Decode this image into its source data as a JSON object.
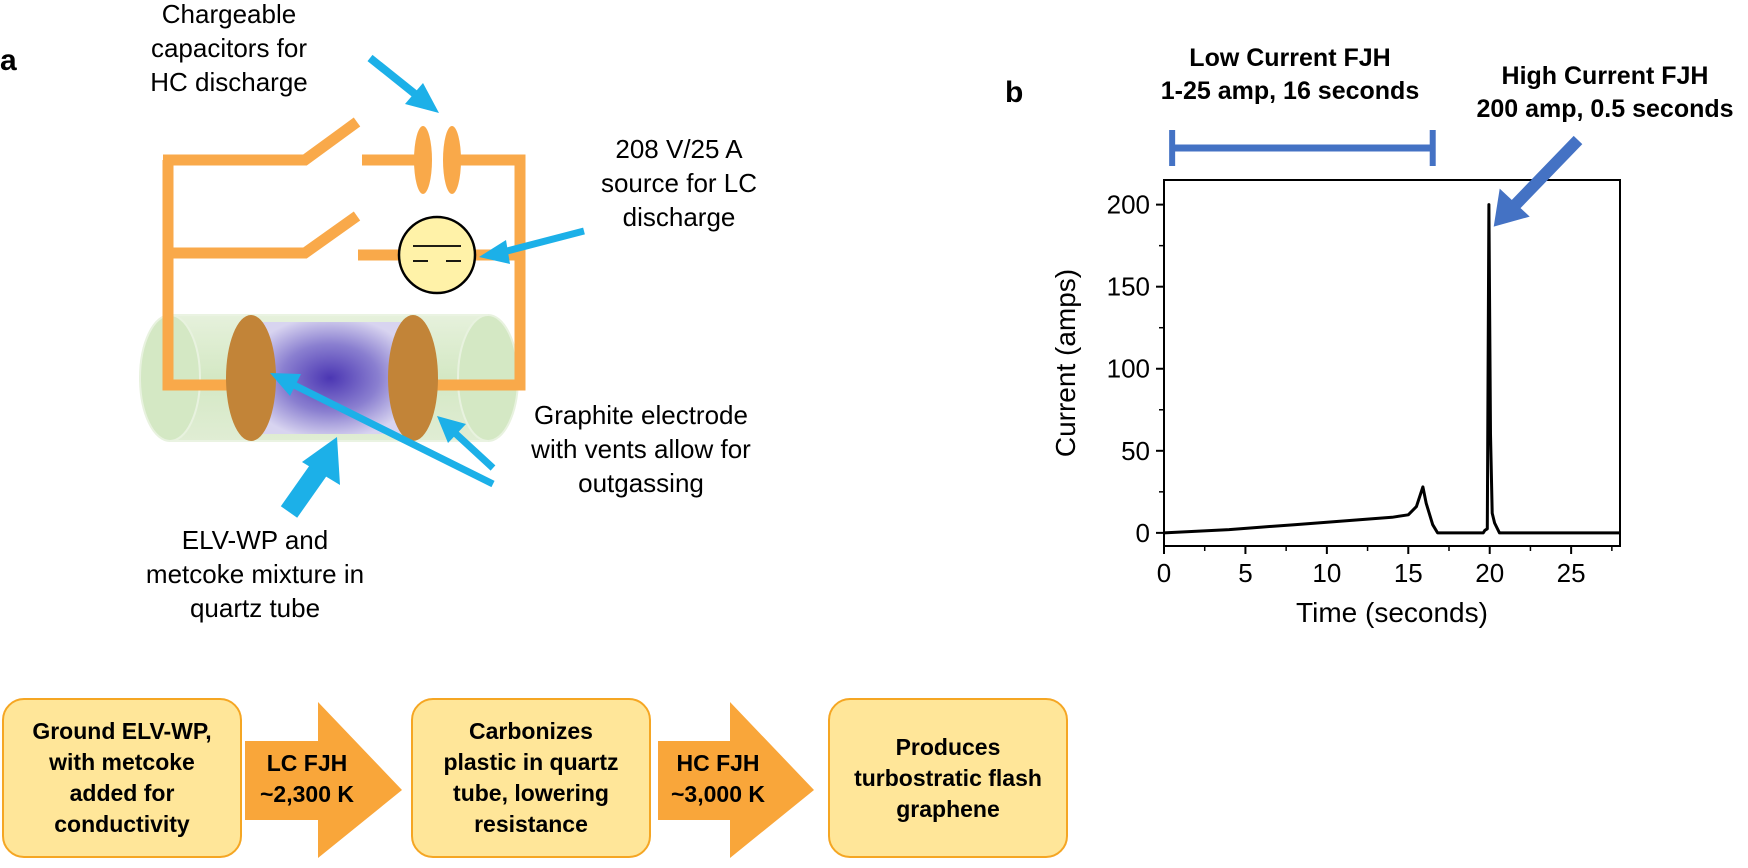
{
  "panel_a": {
    "label": "a",
    "capacitor_label": [
      "Chargeable",
      "capacitors for",
      "HC discharge"
    ],
    "source_label": [
      "208 V/25 A",
      "source for LC",
      "discharge"
    ],
    "electrode_label": [
      "Graphite electrode",
      "with vents allow for",
      "outgassing"
    ],
    "mixture_label": [
      "ELV-WP and",
      "metcoke mixture in",
      "quartz tube"
    ]
  },
  "panel_b": {
    "label": "b",
    "low_current": [
      "Low Current FJH",
      "1-25 amp, 16 seconds"
    ],
    "high_current": [
      "High Current FJH",
      "200 amp, 0.5 seconds"
    ]
  },
  "flow": {
    "step1": [
      "Ground ELV-WP,",
      "with metcoke",
      "added for",
      "conductivity"
    ],
    "arrow1": [
      "LC FJH",
      "~2,300 K"
    ],
    "step2": [
      "Carbonizes",
      "plastic in quartz",
      "tube, lowering",
      "resistance"
    ],
    "arrow2": [
      "HC FJH",
      "~3,000 K"
    ],
    "step3": [
      "Produces",
      "turbostratic flash",
      "graphene"
    ]
  },
  "colors": {
    "circuit": "#F9A94A",
    "pointer_arrow": "#1CB0E8",
    "electrode": "#C28438",
    "tube": "#D4E8C4",
    "flow_box": "#FFE699",
    "flow_arrow": "#F9A63A",
    "bar": "#4472C4"
  },
  "chart_data": {
    "type": "line",
    "xlabel": "Time (seconds)",
    "ylabel": "Current (amps)",
    "xlim": [
      0,
      28
    ],
    "ylim": [
      -8,
      215
    ],
    "xticks": [
      0,
      5,
      10,
      15,
      20,
      25
    ],
    "yticks": [
      0,
      50,
      100,
      150,
      200
    ],
    "series": [
      {
        "x": [
          0,
          2,
          4,
          6,
          8,
          10,
          12,
          14,
          15,
          15.5,
          15.9,
          16.1,
          16.5,
          16.8,
          19.6,
          19.7,
          19.85,
          19.95,
          20.05,
          20.15,
          20.3,
          20.45,
          20.6,
          28
        ],
        "y": [
          0,
          1,
          2,
          3.5,
          5,
          6.5,
          8,
          9.5,
          11,
          16,
          28,
          18,
          5,
          0,
          0,
          1.5,
          2.5,
          200,
          60,
          12,
          6,
          3,
          0,
          0
        ]
      }
    ],
    "annotations": [
      {
        "type": "bar",
        "x_start": 0.5,
        "x_end": 16.5
      },
      {
        "type": "arrow",
        "target_x": 20,
        "target_y": 200
      }
    ]
  }
}
